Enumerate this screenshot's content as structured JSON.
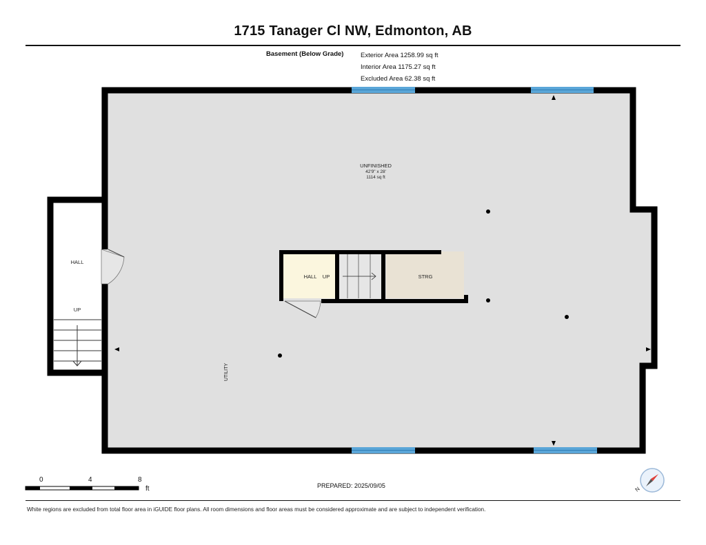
{
  "header": {
    "address": "1715 Tanager Cl NW, Edmonton, AB",
    "level": "Basement (Below Grade)",
    "exterior_area": "Exterior Area 1258.99 sq ft",
    "interior_area": "Interior Area 1175.27 sq ft",
    "excluded_area": "Excluded Area 62.38 sq ft"
  },
  "rooms": {
    "unfinished": {
      "name": "UNFINISHED",
      "dims": "42'9\" x 28'",
      "area": "1114 sq ft"
    },
    "hall_left": "HALL",
    "up_left": "UP",
    "hall_center": "HALL",
    "up_center": "UP",
    "storage": "STRG",
    "utility": "UTILITY"
  },
  "colors": {
    "wall": "#000000",
    "floor": "#e0e0e0",
    "window": "#5aa6d8",
    "hall_fill": "#fbf6de",
    "storage_fill": "#e9e2d4",
    "stair_fill": "#e6e6e6",
    "compass_red": "#e0403a"
  },
  "scale": {
    "ticks": [
      "0",
      "4",
      "8"
    ],
    "unit": "ft"
  },
  "prepared": "PREPARED: 2025/09/05",
  "footer": "White regions are excluded from total floor area in iGUIDE floor plans. All room dimensions and floor areas must be considered approximate and are subject to independent verification.",
  "compass": {
    "label": "N",
    "icon": "north-compass-icon"
  }
}
